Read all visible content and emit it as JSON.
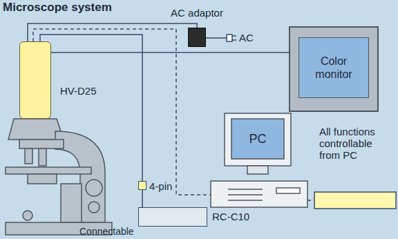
{
  "diagram": {
    "nodes": [
      {
        "text": [
          "AC adaptor"
        ]
      },
      {
        "text": [
          "Color monitor"
        ]
      },
      {
        "text": [
          "HV-D25"
        ]
      },
      {
        "text": [
          "PC"
        ]
      },
      {
        "text": [
          "4-pin"
        ]
      },
      {
        "text": [
          "RC-C10"
        ]
      }
    ],
    "edges": [
      {
        "from": 2,
        "to": 0,
        "arrow": "none"
      },
      {
        "from": 2,
        "to": 1,
        "arrow": "none"
      },
      {
        "from": 2,
        "to": 3,
        "arrow": "none"
      },
      {
        "from": 2,
        "to": 4,
        "arrow": "none"
      },
      {
        "from": 4,
        "to": 5,
        "arrow": "none"
      }
    ],
    "labels": [
      "Microscope system",
      "AC",
      "All functions controllable from PC",
      "Connectable"
    ]
  }
}
